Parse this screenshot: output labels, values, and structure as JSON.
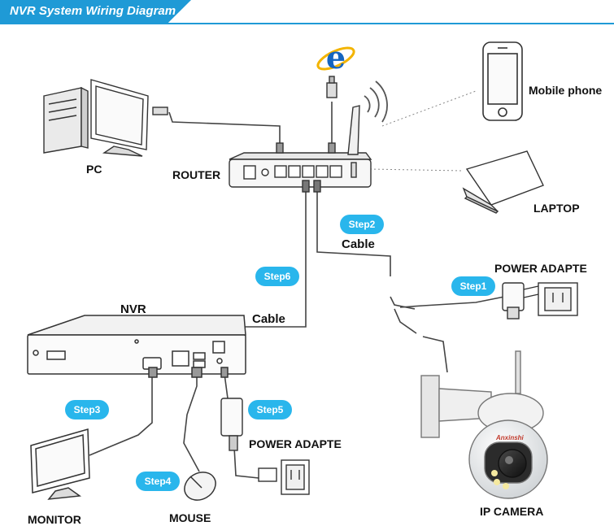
{
  "header": {
    "title": "NVR System Wiring Diagram"
  },
  "labels": {
    "pc": "PC",
    "router": "ROUTER",
    "mobile_phone": "Mobile phone",
    "laptop": "LAPTOP",
    "power_adapter_camera": "POWER ADAPTE",
    "nvr": "NVR",
    "cable_nvr": "Cable",
    "cable_camera": "Cable",
    "monitor": "MONITOR",
    "mouse": "MOUSE",
    "power_adapter_nvr": "POWER ADAPTE",
    "ip_camera": "IP  CAMERA",
    "camera_brand": "Anxinshi"
  },
  "steps": {
    "step1": "Step1",
    "step2": "Step2",
    "step3": "Step3",
    "step4": "Step4",
    "step5": "Step5",
    "step6": "Step6"
  },
  "colors": {
    "accent": "#1f9ad6",
    "step_badge": "#29b6ec",
    "ie_blue": "#1565c0",
    "ie_ring": "#f3b400"
  },
  "icons": [
    "internet-explorer-icon",
    "wifi-signal-icon"
  ]
}
